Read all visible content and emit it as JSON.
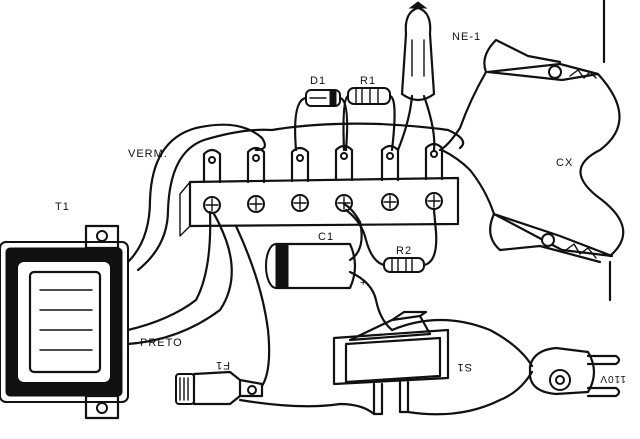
{
  "labels": {
    "t1": "T1",
    "verm": "VERM.",
    "d1": "D1",
    "r1": "R1",
    "ne1": "NE-1",
    "cx": "CX",
    "c1": "C1",
    "r2": "R2",
    "plus": "+",
    "preto": "PRETO",
    "f1": "F1",
    "s1": "S1",
    "voltage": "110V"
  },
  "colors": {
    "ink": "#111111",
    "paper": "#ffffff"
  }
}
